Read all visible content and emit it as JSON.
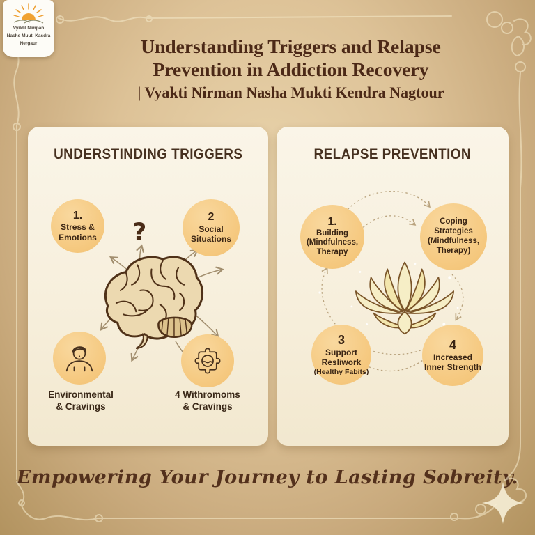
{
  "colors": {
    "background_tan": "#d9be92",
    "panel_cream": "#f8f2e0",
    "accent_amber": "#f5c87e",
    "text_brown": "#4c2917",
    "border_flourish_cream": "#f3e7c7"
  },
  "icons": {
    "logo": "sun-rays-icon",
    "triggers_center": "brain-illustration",
    "triggers_bottom_left": "person-icon",
    "triggers_bottom_right": "puzzle-icon",
    "prevention_center": "lotus-icon",
    "corner": "diamond-sparkle-icon"
  },
  "logo": {
    "line1": "Vyildil Nimpan",
    "line2": "Nashs Muuti Kasdra",
    "line3": "Nergaur"
  },
  "header": {
    "title": "Understanding Triggers and Relapse\nPrevention in Addiction Recovery",
    "subtitle": "| Vyakti Nirman Nasha Mukti Kendra Nagtour"
  },
  "triggers": {
    "heading": "UNDERSTINDING TRIGGERS",
    "question_mark": "?",
    "node1_number": "1.",
    "node1_label": "Stress &\nEmotions",
    "node2_number": "2",
    "node2_label": "Social\nSituations",
    "caption_left": "Environmental\n& Cravings",
    "caption_right": "4 Withromoms\n& Cravings"
  },
  "prevention": {
    "heading": "RELAPSE PREVENTION",
    "node1_number": "1.",
    "node1_label": "Building\n(Mindfulness,\nTherapy",
    "node2_label": "Coping\nStrategies\n(Mindfulness,\nTherapy)",
    "node3_number": "3",
    "node3_label": "Support\nResliwork",
    "node3_sublabel": "(Healthy Fabits)",
    "node4_number": "4",
    "node4_label": "Increased\nInner Strength"
  },
  "footer": {
    "tagline": "Empowering Your Journey to Lasting Sobreity."
  }
}
